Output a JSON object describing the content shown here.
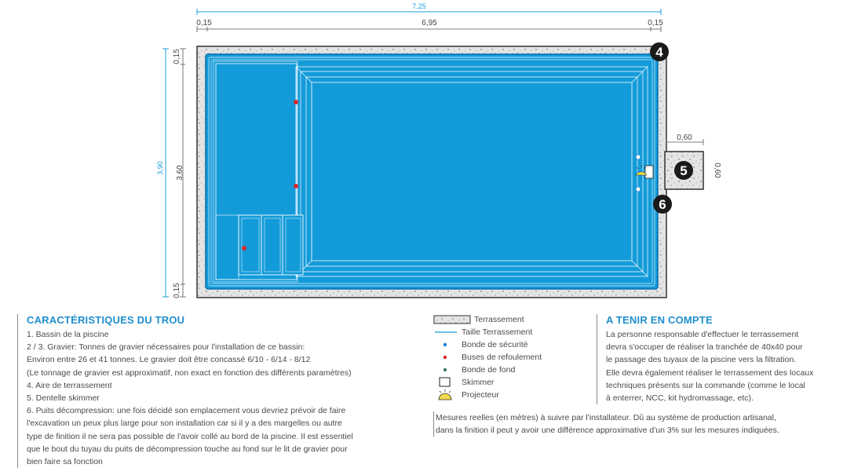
{
  "dimensions": {
    "total_width": "7,25",
    "left_margin": "0,15",
    "pool_width": "6,95",
    "right_margin": "0,15",
    "total_length": "3,90",
    "pool_length": "3,60",
    "top_margin": "0,15",
    "bottom_margin": "0,15",
    "skimmer_width": "0,60",
    "skimmer_length": "0,60"
  },
  "markers": {
    "m4": "4",
    "m5": "5",
    "m6": "6"
  },
  "colors": {
    "water": "#139bd9",
    "water_border": "#0a76b8",
    "concrete": "#e6e6e6",
    "accent_blue": "#1a9fd8",
    "nozzle_red": "#d72b2b",
    "safety_blue": "#1b7bd8",
    "floor_green": "#3f7f68",
    "badge": "#1a1a1a",
    "projector_yellow": "#f3d94b"
  },
  "characteristics": {
    "title": "CARACTÉRISTIQUES DU TROU",
    "lines": [
      "1. Bassin de la piscine",
      "2 / 3. Gravier: Tonnes de gravier nécessaires pour l'installation de ce bassin:",
      "Environ entre 26 et 41 tonnes. Le gravier doit être concassé 6/10 - 6/14 - 8/12",
      "(Le tonnage de gravier est approximatif, non exact en fonction des différents paramètres)",
      "4. Aire de terrassement",
      "5. Dentelle skimmer",
      "6. Puits décompression: une fois décidé son emplacement vous devriez prévoir de faire",
      "l'excavation un peux plus large pour son installation car si il y a des margelles ou autre",
      "type de finition il ne sera pas possible de l'avoir collé au bord de la piscine. Il est essentiel",
      "que le bout du tuyau du puits de décompression touche au fond sur le lit de gravier pour",
      "bien faire sa fonction"
    ]
  },
  "legend": {
    "items": [
      {
        "label": "Terrassement",
        "icon": "concrete-swatch-icon"
      },
      {
        "label": "Taille Terrassement",
        "icon": "blue-line-icon"
      },
      {
        "label": "Bonde de sécurité",
        "icon": "blue-dot-icon"
      },
      {
        "label": "Buses de refoulement",
        "icon": "red-dot-icon"
      },
      {
        "label": "Bonde de fond",
        "icon": "green-dot-icon"
      },
      {
        "label": "Skimmer",
        "icon": "skimmer-icon"
      },
      {
        "label": "Projecteur",
        "icon": "projector-icon"
      }
    ]
  },
  "note": {
    "lines": [
      "Mesures reelles (en mètres) à suivre par l'installateur. Dû au système de production artisanal,",
      "dans la finition il peut y avoir une différence approximative d'un 3% sur les mesures indiquées."
    ]
  },
  "consider": {
    "title": "A TENIR EN COMPTE",
    "lines": [
      "La personne responsable d'effectuer le terrassement",
      "devra s'occuper de réaliser la tranchée de 40x40 pour",
      "le passage des tuyaux de la piscine vers la filtration.",
      "Elle devra également réaliser le terrassement des locaux",
      "techniques présents sur la commande (comme le local",
      "à enterrer, NCC, kit hydromassage, etc)."
    ]
  }
}
